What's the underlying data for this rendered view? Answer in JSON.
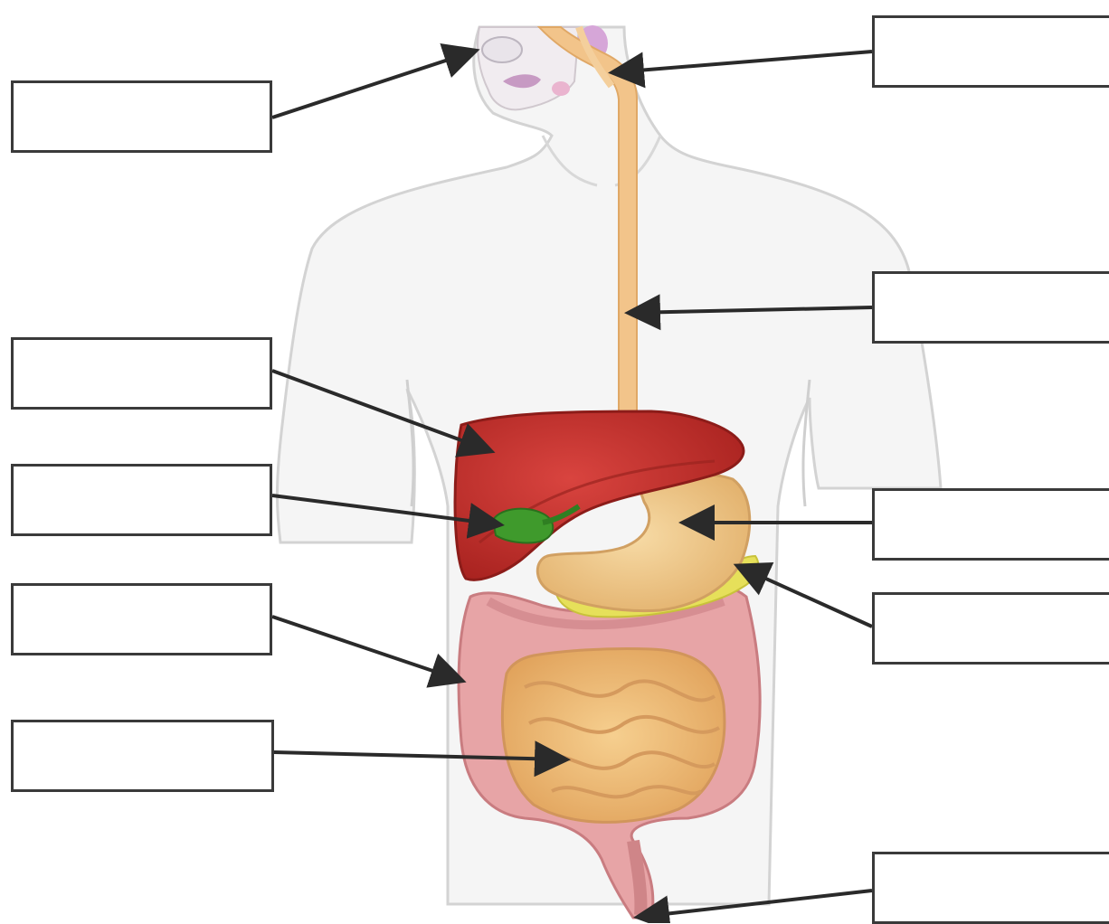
{
  "diagram": {
    "labels": [
      {
        "id": "mouth",
        "text": ""
      },
      {
        "id": "pharynx",
        "text": ""
      },
      {
        "id": "esophagus",
        "text": ""
      },
      {
        "id": "liver",
        "text": ""
      },
      {
        "id": "gallbladder",
        "text": ""
      },
      {
        "id": "stomach",
        "text": ""
      },
      {
        "id": "pancreas",
        "text": ""
      },
      {
        "id": "large-intestine",
        "text": ""
      },
      {
        "id": "small-intestine",
        "text": ""
      },
      {
        "id": "rectum",
        "text": ""
      }
    ]
  },
  "colors": {
    "skin_outline": "#d6d6d6",
    "body_fill": "#f4f4f4",
    "esophagus": "#f2c48a",
    "liver": "#c8302e",
    "gallbladder": "#3f9a2c",
    "stomach": "#f0c98a",
    "pancreas": "#e6e05a",
    "large_intestine": "#e7a4a6",
    "small_intestine": "#f2c07a",
    "arrow": "#2a2a2a",
    "box_border": "#3a3a3a"
  }
}
